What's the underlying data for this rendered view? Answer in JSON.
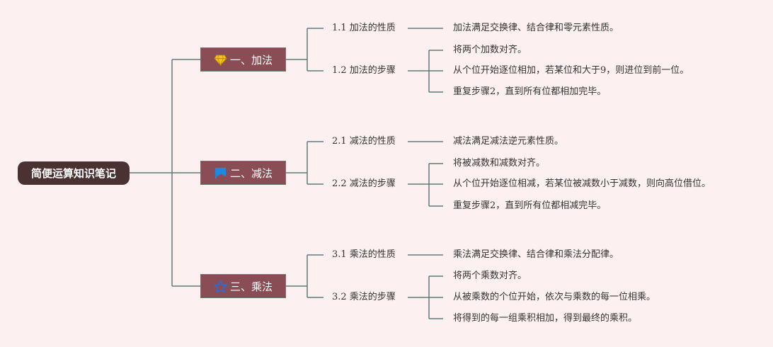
{
  "colors": {
    "background": "#fdf0f0",
    "root_fill": "#4a3232",
    "branch_fill": "#8b4d55",
    "connector": "#5f7c78"
  },
  "root": {
    "label": "简便运算知识笔记"
  },
  "branches": [
    {
      "label": "一、加法",
      "icon": "diamond-icon",
      "subtopics": [
        {
          "label": "1.1 加法的性质",
          "notes": [
            "加法满足交换律、结合律和零元素性质。"
          ]
        },
        {
          "label": "1.2 加法的步骤",
          "notes": [
            "将两个加数对齐。",
            "从个位开始逐位相加，若某位和大于9，则进位到前一位。",
            "重复步骤2，直到所有位都相加完毕。"
          ]
        }
      ]
    },
    {
      "label": "二、减法",
      "icon": "flag-icon",
      "subtopics": [
        {
          "label": "2.1 减法的性质",
          "notes": [
            "减法满足减法逆元素性质。"
          ]
        },
        {
          "label": "2.2 减法的步骤",
          "notes": [
            "将被减数和减数对齐。",
            "从个位开始逐位相减，若某位被减数小于减数，则向高位借位。",
            "重复步骤2，直到所有位都相减完毕。"
          ]
        }
      ]
    },
    {
      "label": "三、乘法",
      "icon": "star-icon",
      "subtopics": [
        {
          "label": "3.1 乘法的性质",
          "notes": [
            "乘法满足交换律、结合律和乘法分配律。"
          ]
        },
        {
          "label": "3.2 乘法的步骤",
          "notes": [
            "将两个乘数对齐。",
            "从被乘数的个位开始，依次与乘数的每一位相乘。",
            "将得到的每一组乘积相加，得到最终的乘积。"
          ]
        }
      ]
    }
  ]
}
